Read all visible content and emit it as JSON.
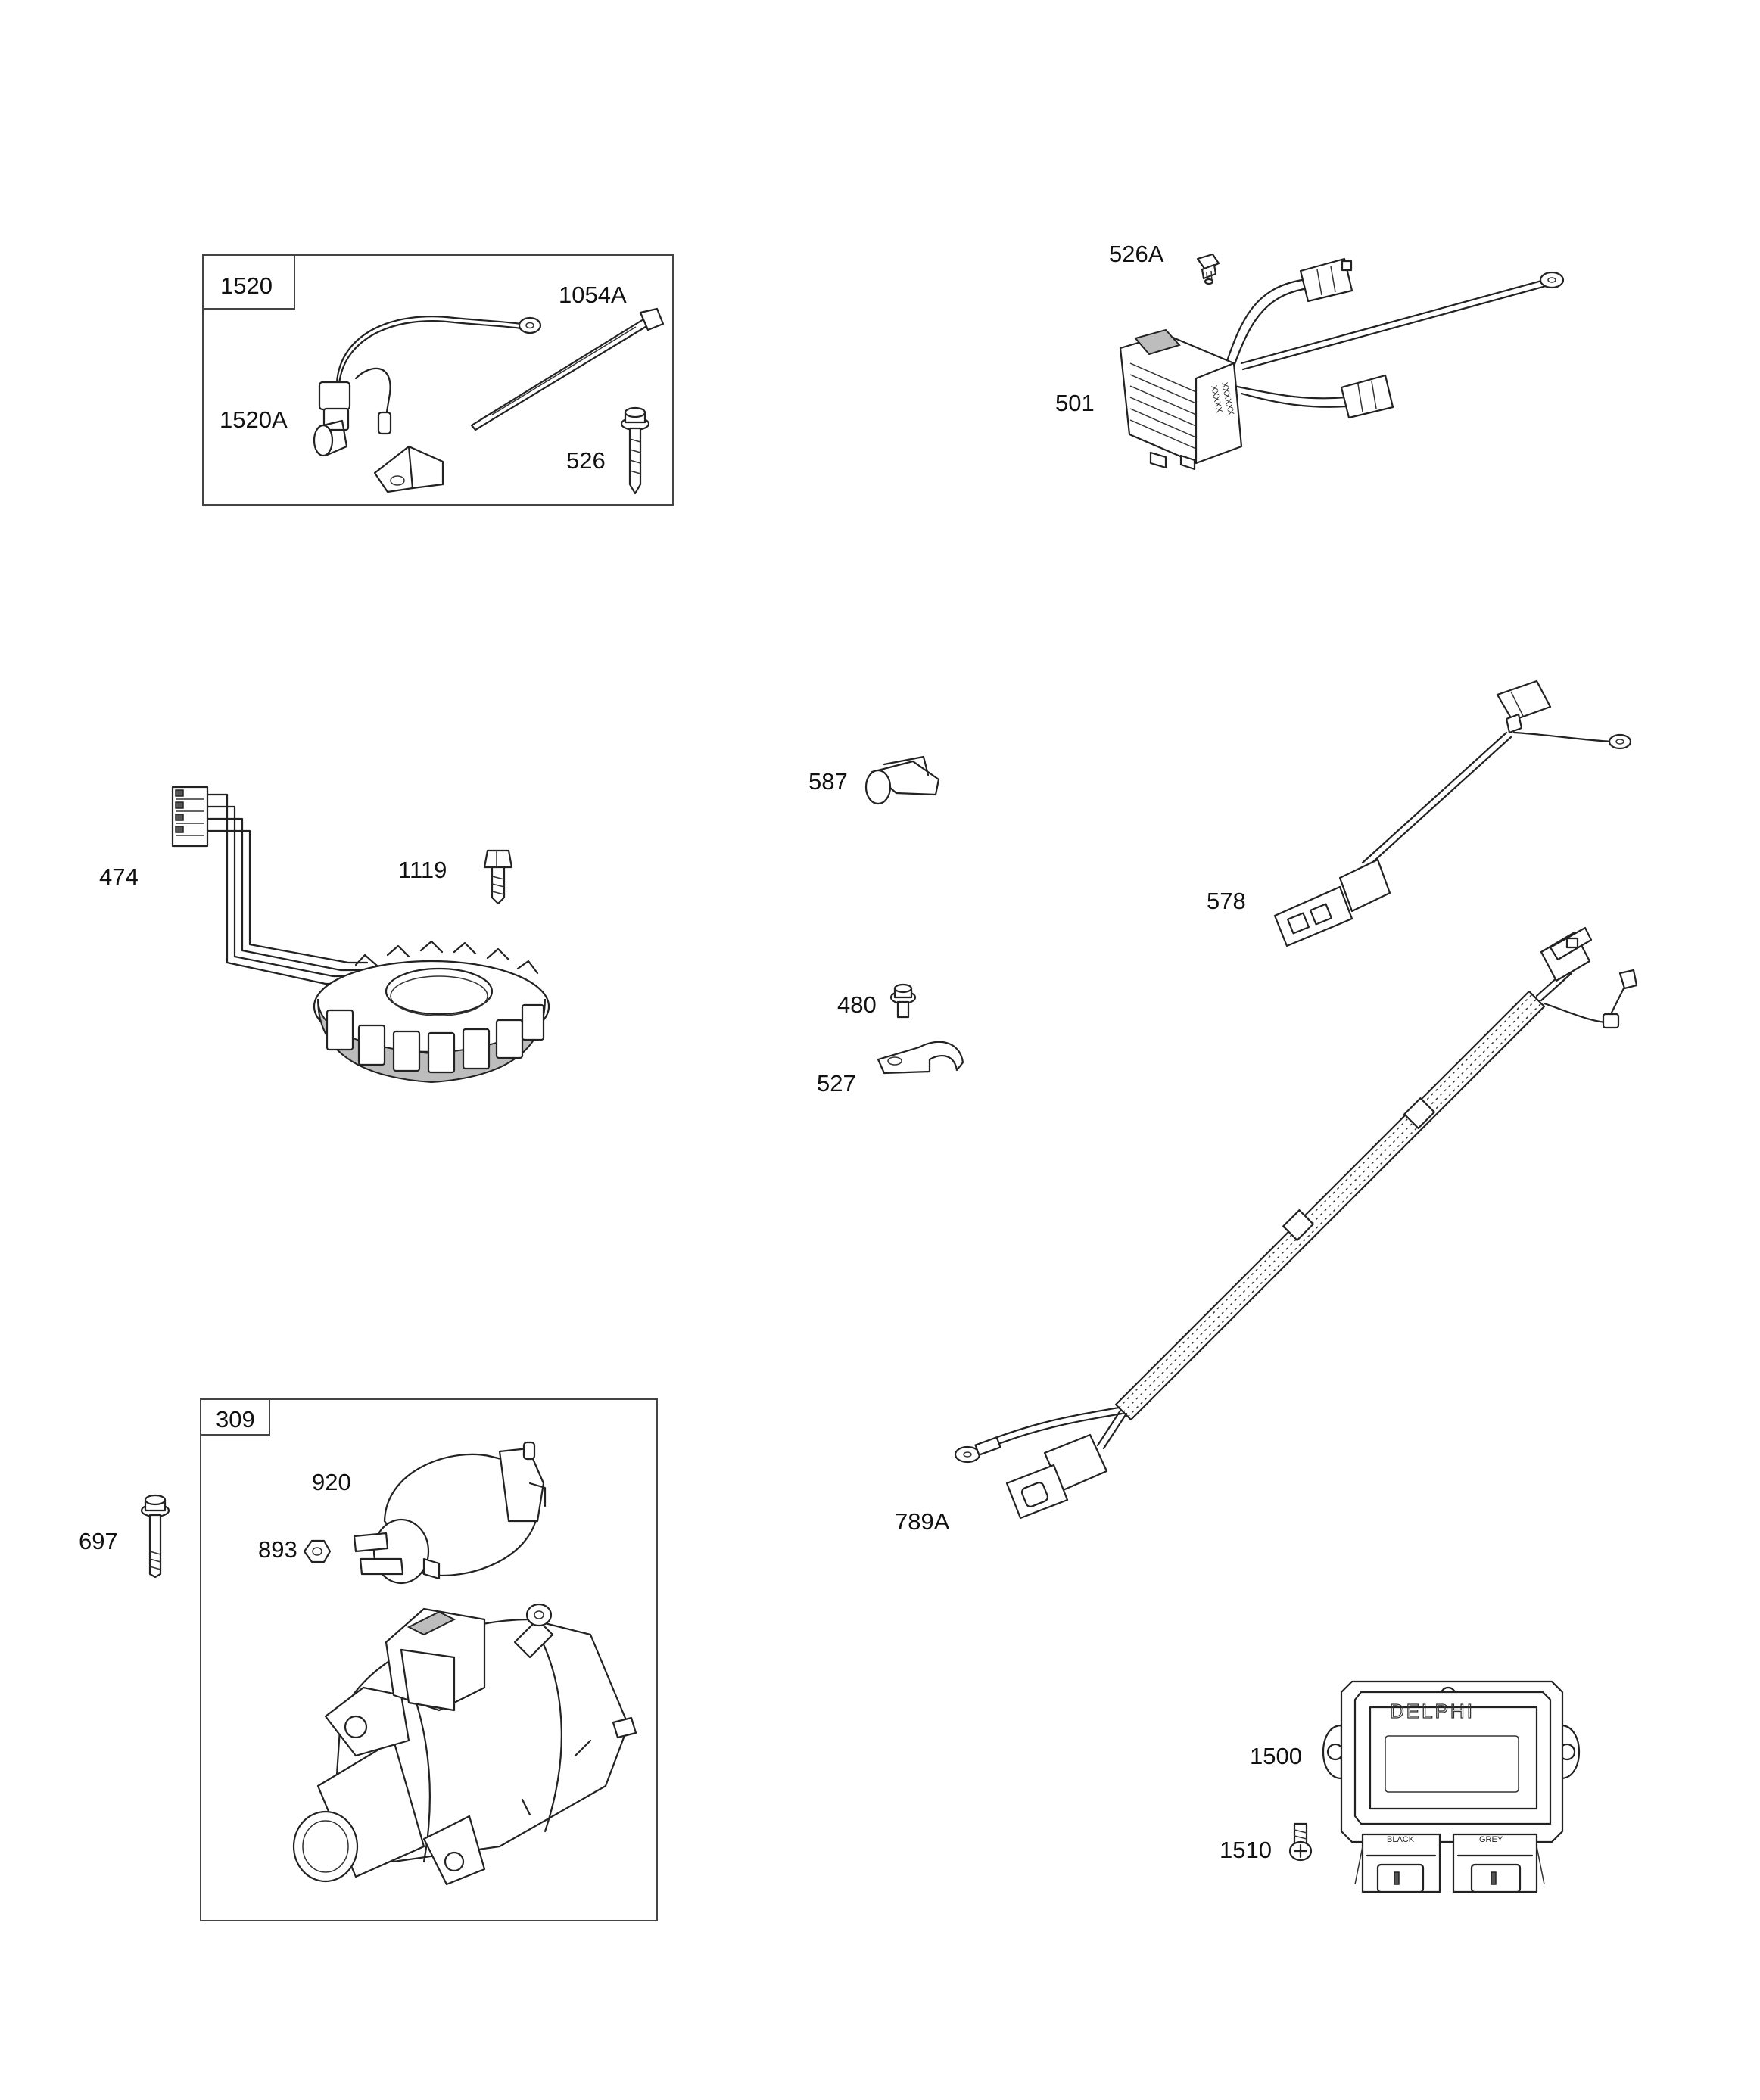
{
  "labels": {
    "p1520": "1520",
    "p1054A": "1054A",
    "p1520A": "1520A",
    "p526": "526",
    "p526A": "526A",
    "p501": "501",
    "p474": "474",
    "p1119": "1119",
    "p587": "587",
    "p578": "578",
    "p480": "480",
    "p527": "527",
    "p789A": "789A",
    "p309": "309",
    "p920": "920",
    "p697": "697",
    "p893": "893",
    "p1500": "1500",
    "p1510": "1510"
  },
  "markings": {
    "module_brand": "DELPHI",
    "connector_black": "BLACK",
    "connector_grey": "GREY"
  },
  "icons": {
    "stator": "stator-coil-icon",
    "regulator": "voltage-regulator-icon",
    "starter": "starter-motor-icon",
    "solenoid": "starter-solenoid-icon",
    "ecu": "engine-control-module-icon"
  }
}
